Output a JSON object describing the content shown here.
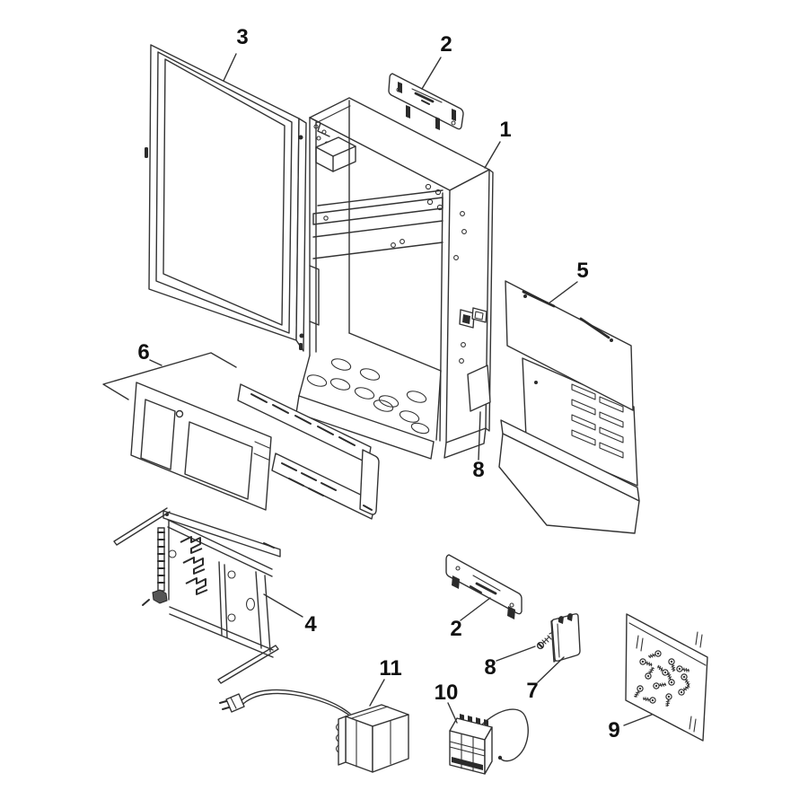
{
  "diagram": {
    "type": "exploded-parts-diagram",
    "background_color": "#ffffff",
    "line_color": "#333333",
    "label_color": "#111111",
    "parts_shown": [
      "1",
      "2",
      "3",
      "4",
      "5",
      "6",
      "7",
      "8",
      "9",
      "10",
      "11"
    ],
    "labels": [
      {
        "text": "3"
      },
      {
        "text": "2"
      },
      {
        "text": "1"
      },
      {
        "text": "5"
      },
      {
        "text": "6"
      },
      {
        "text": "8"
      },
      {
        "text": "4"
      },
      {
        "text": "2"
      },
      {
        "text": "8"
      },
      {
        "text": "7"
      },
      {
        "text": "11"
      },
      {
        "text": "10"
      },
      {
        "text": "9"
      }
    ]
  }
}
